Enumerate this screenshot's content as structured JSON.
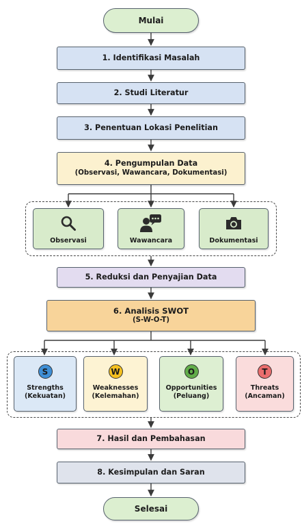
{
  "start": {
    "label": "Mulai"
  },
  "steps": [
    {
      "title": "1. Identifikasi Masalah"
    },
    {
      "title": "2. Studi Literatur"
    },
    {
      "title": "3. Penentuan Lokasi Penelitian"
    },
    {
      "title": "4. Pengumpulan Data",
      "subtitle": "(Observasi, Wawancara, Dokumentasi)"
    },
    {
      "title": "5. Reduksi dan Penyajian Data"
    },
    {
      "title": "6. Analisis SWOT",
      "subtitle": "(S-W-O-T)"
    },
    {
      "title": "7. Hasil dan Pembahasan"
    },
    {
      "title": "8. Kesimpulan dan Saran"
    }
  ],
  "data_methods": [
    {
      "label": "Observasi",
      "icon": "magnifier-icon"
    },
    {
      "label": "Wawancara",
      "icon": "interview-icon"
    },
    {
      "label": "Dokumentasi",
      "icon": "camera-icon"
    }
  ],
  "swot": [
    {
      "letter": "S",
      "name": "Strengths",
      "meaning": "(Kekuatan)",
      "color": "#3f8fd6",
      "bg": "#dbe8f6"
    },
    {
      "letter": "W",
      "name": "Weaknesses",
      "meaning": "(Kelemahan)",
      "color": "#f4c020",
      "bg": "#fdf3d3"
    },
    {
      "letter": "O",
      "name": "Opportunities",
      "meaning": "(Peluang)",
      "color": "#62ad4a",
      "bg": "#ddefd2"
    },
    {
      "letter": "T",
      "name": "Threats",
      "meaning": "(Ancaman)",
      "color": "#ea6e6e",
      "bg": "#fadcdc"
    }
  ],
  "end": {
    "label": "Selesai"
  },
  "colors": {
    "blue_step": "#d6e2f3",
    "data_step": "#fcf1cf",
    "purple_step": "#e3dcf0",
    "analysis_step": "#f8d49a",
    "result_step": "#f9dadc",
    "conclusion_step": "#dfe3ec",
    "terminal": "#dcefd0",
    "line": "#3a3a3a"
  }
}
